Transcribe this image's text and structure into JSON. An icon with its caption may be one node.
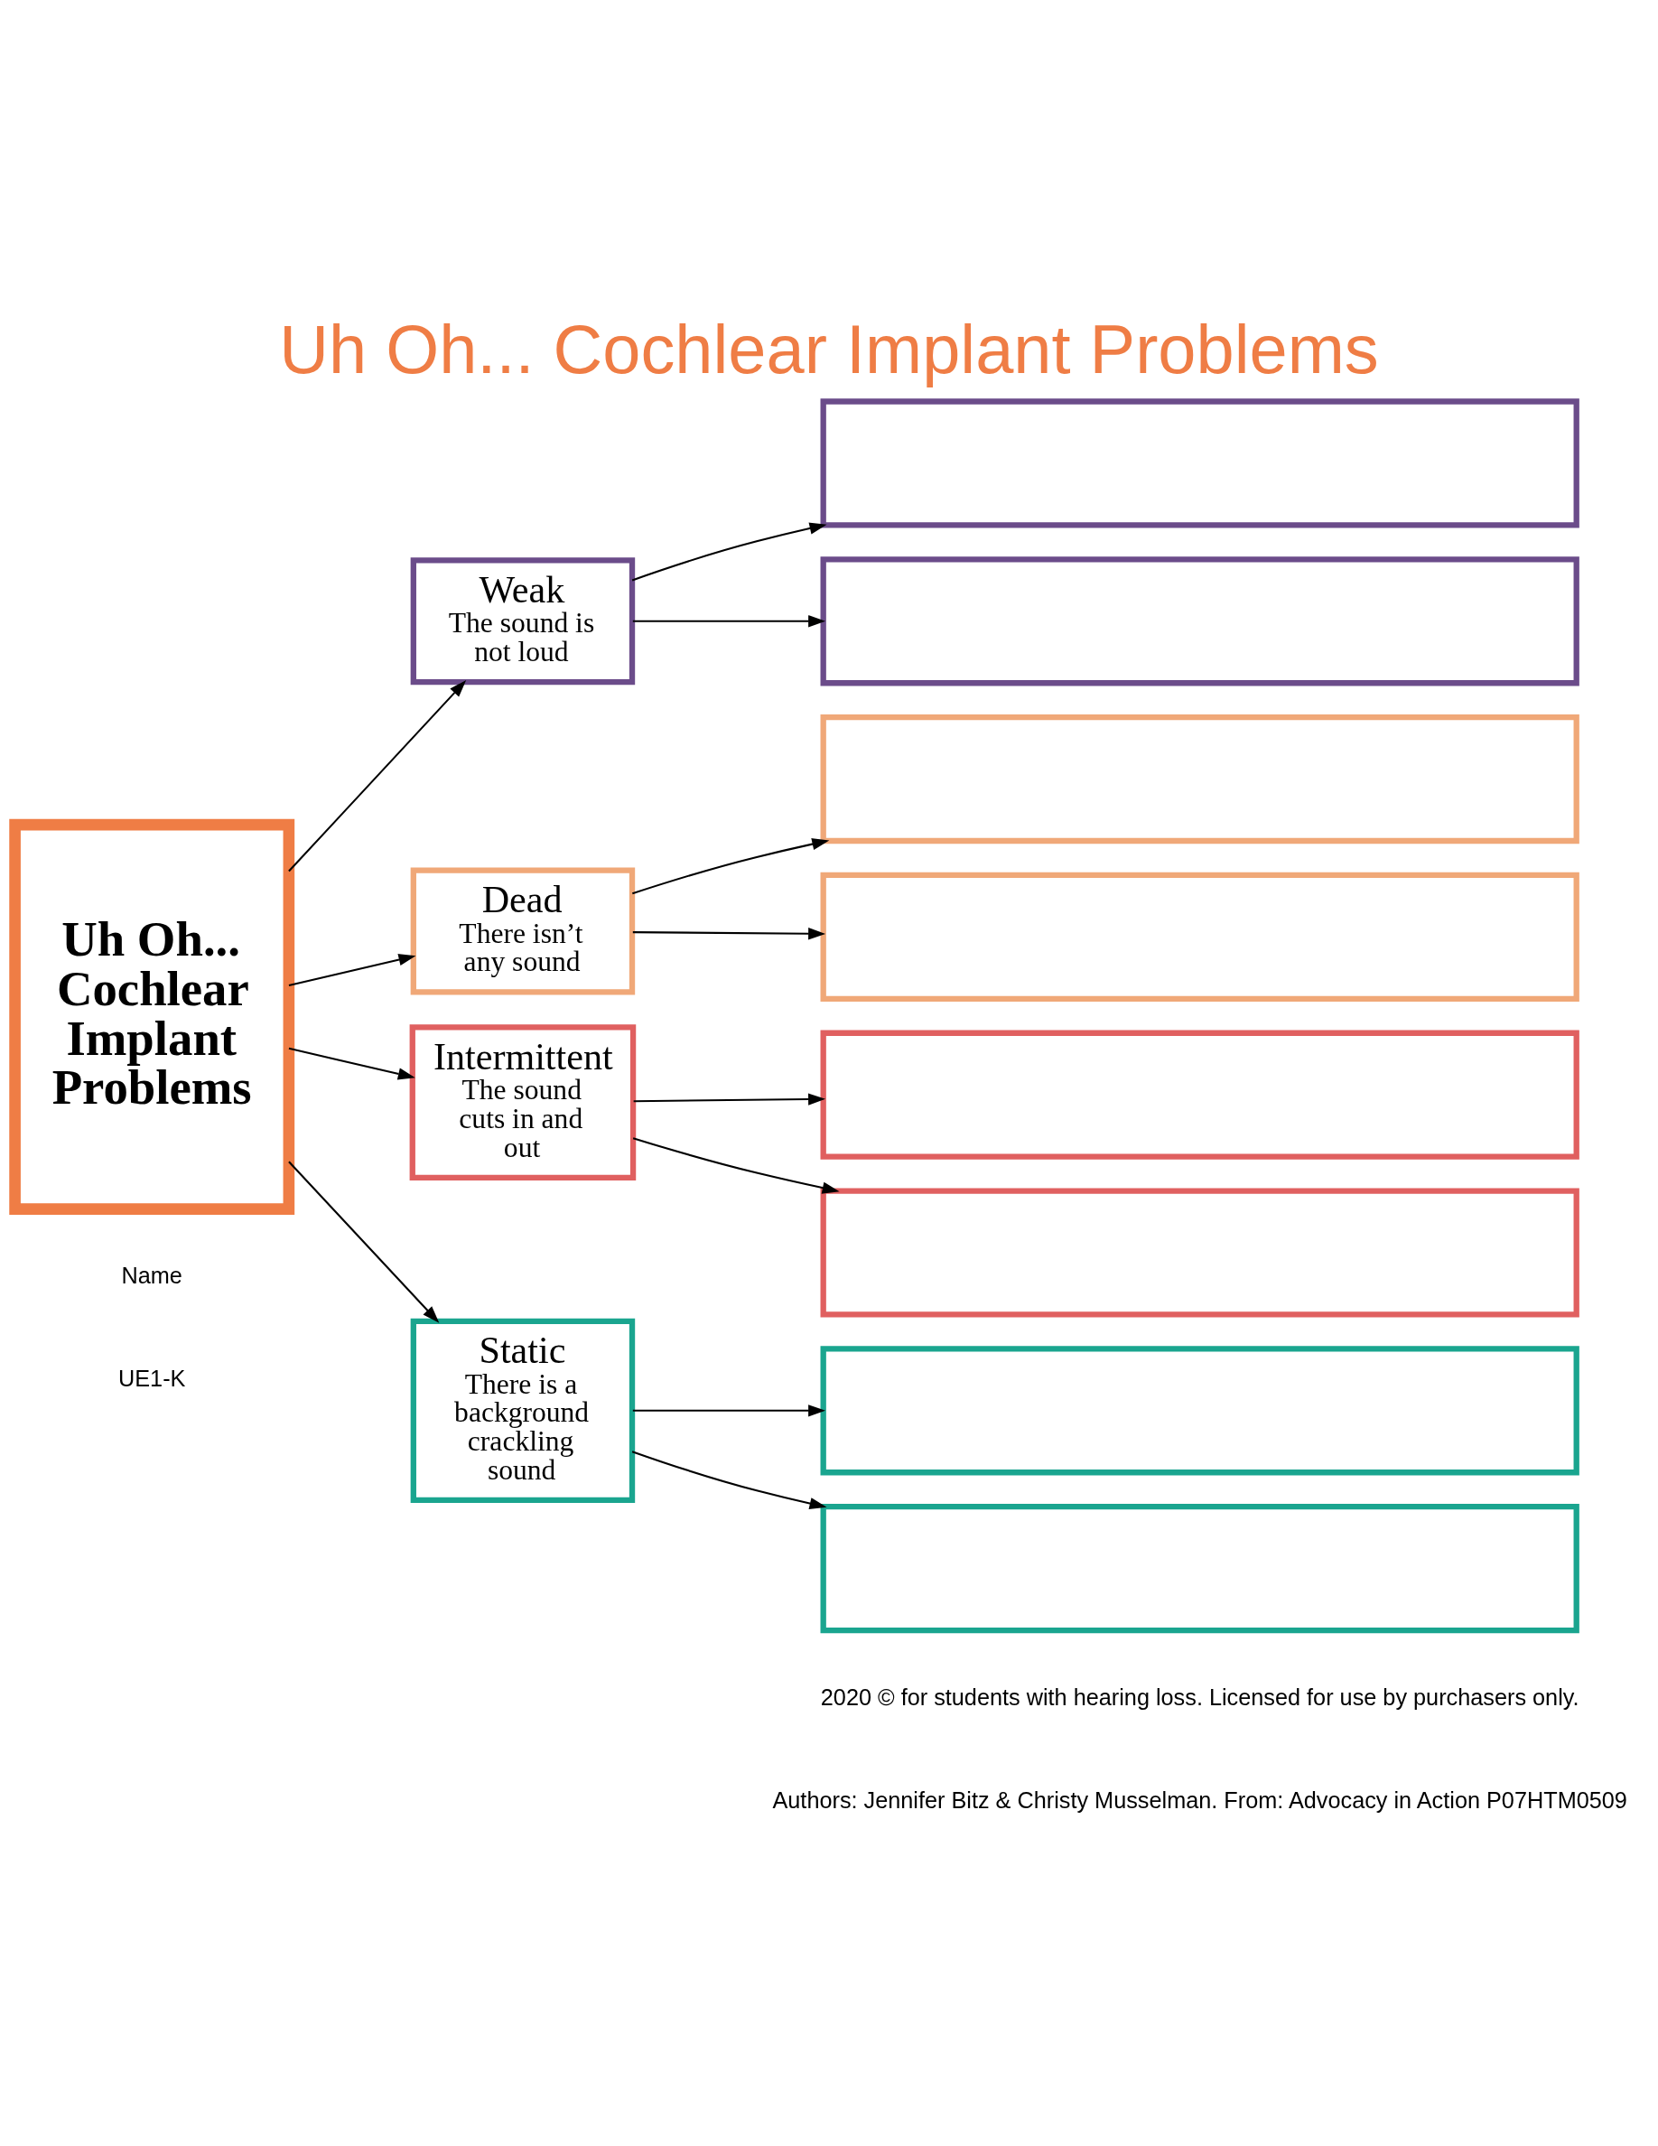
{
  "diagram": {
    "title": "Uh Oh... Cochlear Implant Problems",
    "nodes": [
      {
        "text": [
          "Uh Oh... Cochlear Implant Problems"
        ]
      },
      {
        "text": [
          "Weak",
          "The sound is not loud"
        ]
      },
      {
        "text": [],
        "shape": "box"
      },
      {
        "text": [],
        "shape": "box"
      },
      {
        "text": [
          "Dead",
          "There isn’t any sound"
        ]
      },
      {
        "text": [],
        "shape": "box"
      },
      {
        "text": [],
        "shape": "box"
      },
      {
        "text": [
          "Intermittent",
          "The sound cuts in and out"
        ]
      },
      {
        "text": [],
        "shape": "box"
      },
      {
        "text": [],
        "shape": "box"
      },
      {
        "text": [
          "Static",
          "There is a background crackling sound"
        ]
      },
      {
        "text": [],
        "shape": "box"
      },
      {
        "text": [],
        "shape": "box"
      }
    ],
    "edges": [
      {
        "from": 0,
        "to": 1,
        "arrow": "to"
      },
      {
        "from": 1,
        "to": 2,
        "arrow": "to"
      },
      {
        "from": 1,
        "to": 3,
        "arrow": "to"
      },
      {
        "from": 0,
        "to": 4,
        "arrow": "to"
      },
      {
        "from": 4,
        "to": 5,
        "arrow": "to"
      },
      {
        "from": 4,
        "to": 6,
        "arrow": "to"
      },
      {
        "from": 0,
        "to": 7,
        "arrow": "to"
      },
      {
        "from": 7,
        "to": 8,
        "arrow": "to"
      },
      {
        "from": 7,
        "to": 9,
        "arrow": "to"
      },
      {
        "from": 0,
        "to": 10,
        "arrow": "to"
      },
      {
        "from": 10,
        "to": 11,
        "arrow": "to"
      },
      {
        "from": 10,
        "to": 12,
        "arrow": "to"
      }
    ],
    "labels": [
      "UE1-K",
      "Name",
      "2020 © for students with hearing loss. Licensed for use by purchasers only.",
      "Authors: Jennifer Bitz & Christy Musselman. From: Advocacy in Action P07HTM0509"
    ]
  }
}
